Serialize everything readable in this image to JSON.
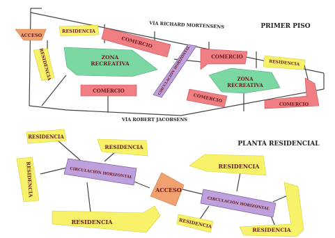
{
  "primer_piso": {
    "title": "PRIMER PISO",
    "street_top": "VÍA RICHARD MORTENSENS",
    "street_bottom": "VÍA ROBERT JACOBSENS",
    "acceso": "ACCESO",
    "residencia": "RESIDENCIA",
    "comercio": "COMERCIO",
    "zona_recreativa_1": "ZONA",
    "zona_recreativa_2": "RECREATIVA",
    "circulacion": "CIRCULACIÓN HORIZONTAL"
  },
  "planta_residencial": {
    "title": "PLANTA RESIDENCIAL",
    "residencia": "RESIDENCIA",
    "acceso": "ACCESO",
    "circulacion": "CIRCULACIÓN HORIZONTAL"
  },
  "colors": {
    "residencia": "#f8f16a",
    "comercio": "#f07f84",
    "zona_recreativa": "#7cd8a2",
    "acceso": "#f0a16f",
    "circulacion": "#bda0dc"
  }
}
